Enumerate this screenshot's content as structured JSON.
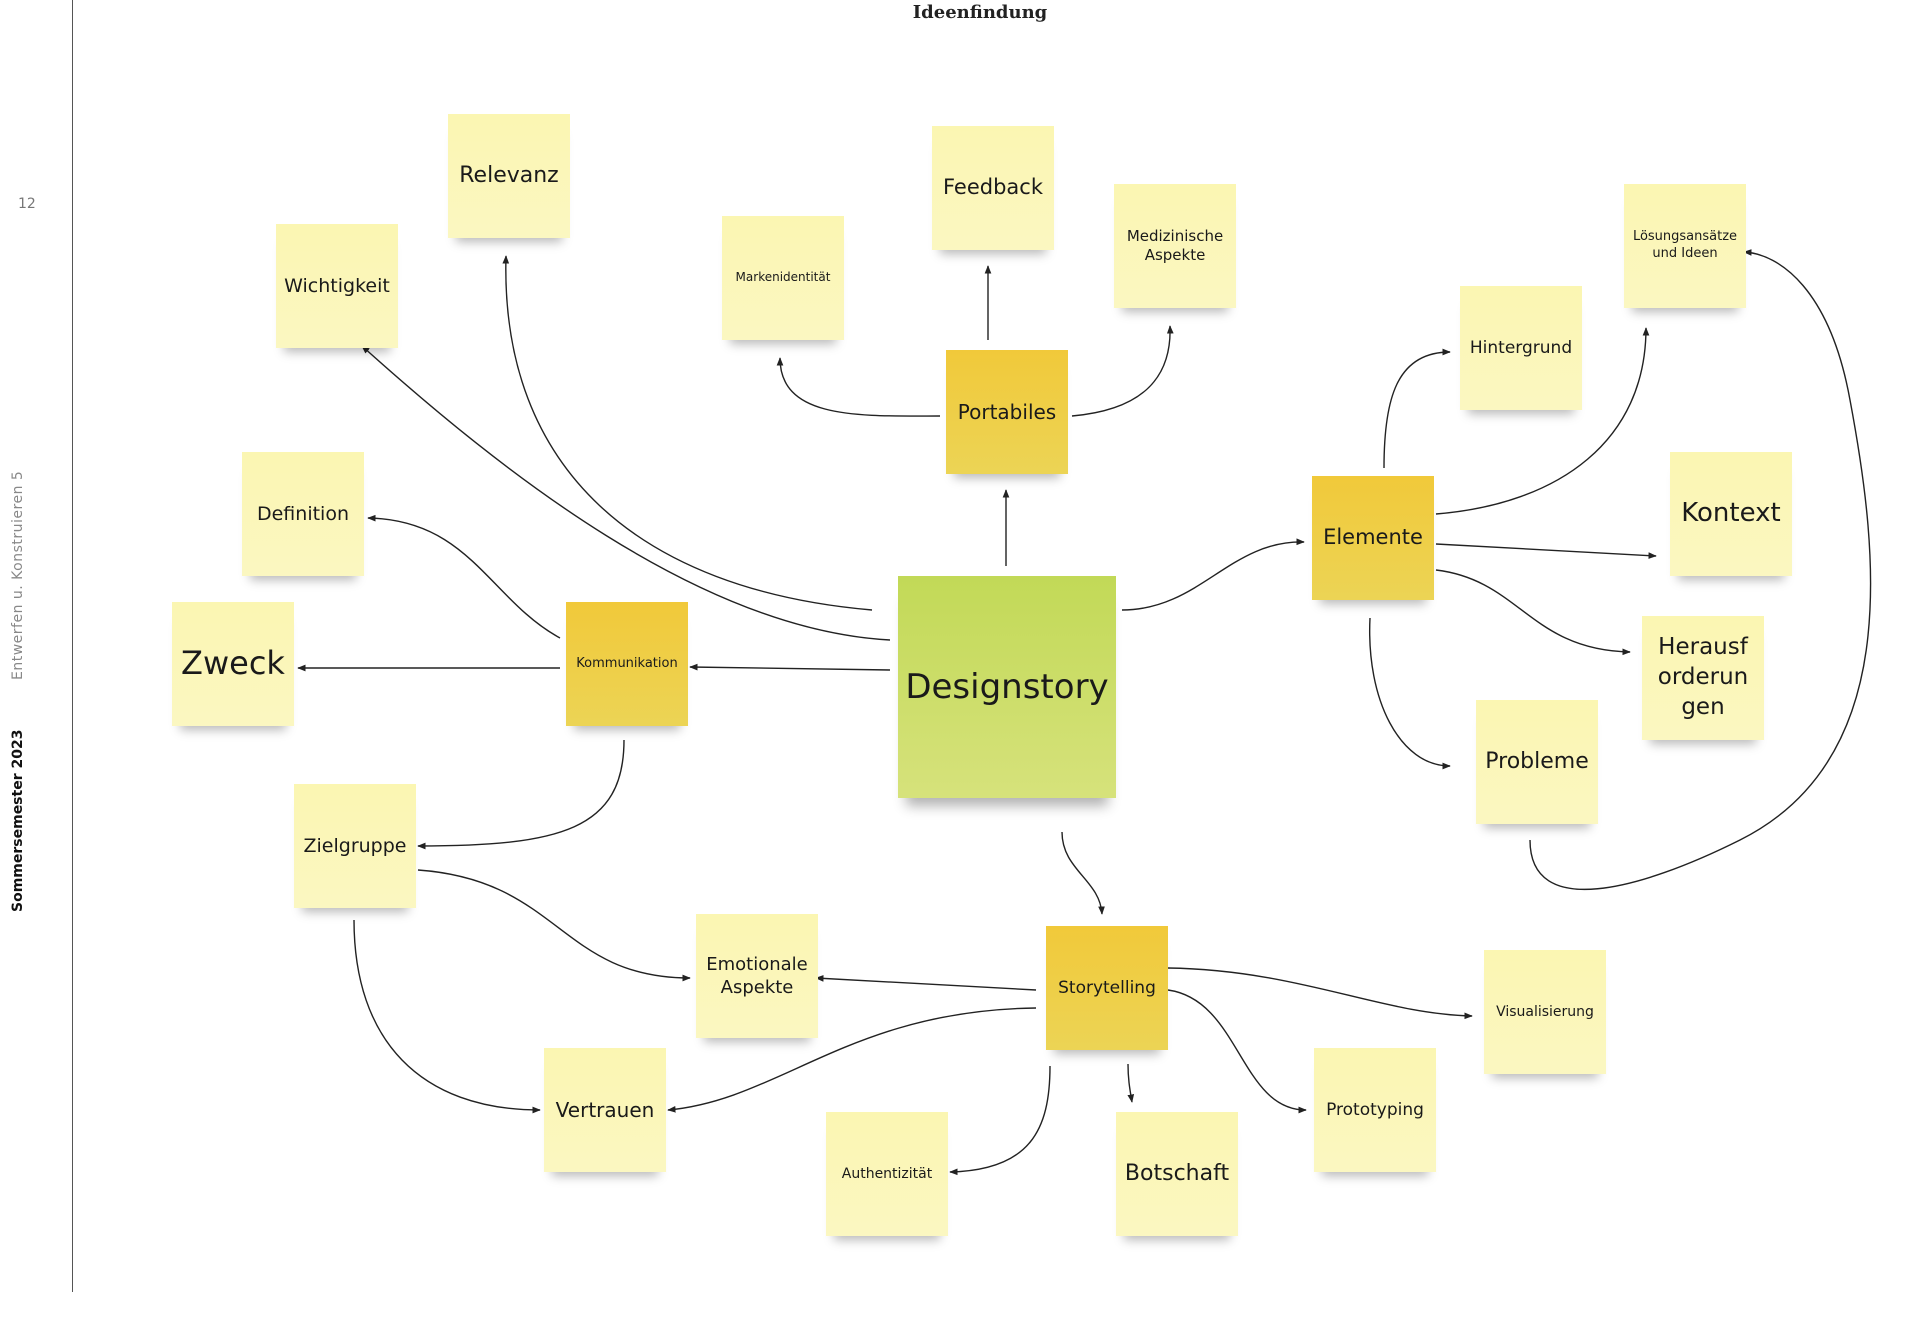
{
  "page": {
    "title": "Ideenfindung",
    "page_number": "12",
    "course": "Entwerfen u. Konstruieren 5",
    "semester": "Sommersemester 2023"
  },
  "notes": {
    "designstory": "Designstory",
    "portabiles": "Portabiles",
    "elemente": "Elemente",
    "kommunikation": "Kommunikation",
    "storytelling": "Storytelling",
    "relevanz": "Relevanz",
    "wichtigkeit": "Wichtigkeit",
    "feedback": "Feedback",
    "markenidentitaet": "Markenidentität",
    "medizinische": "Medizinische Aspekte",
    "loesungsansaetze": "Lösungsansätze und Ideen",
    "hintergrund": "Hintergrund",
    "kontext": "Kontext",
    "herausforderungen": "Herausf orderun gen",
    "probleme": "Probleme",
    "definition": "Definition",
    "zweck": "Zweck",
    "zielgruppe": "Zielgruppe",
    "emotionale": "Emotionale Aspekte",
    "visualisierung": "Visualisierung",
    "vertrauen": "Vertrauen",
    "authentizitaet": "Authentizität",
    "botschaft": "Botschaft",
    "prototyping": "Prototyping"
  },
  "colors": {
    "note": "#fbf7b8",
    "hub": "#efcb40",
    "core": "#c9dc63",
    "line": "#222222"
  }
}
